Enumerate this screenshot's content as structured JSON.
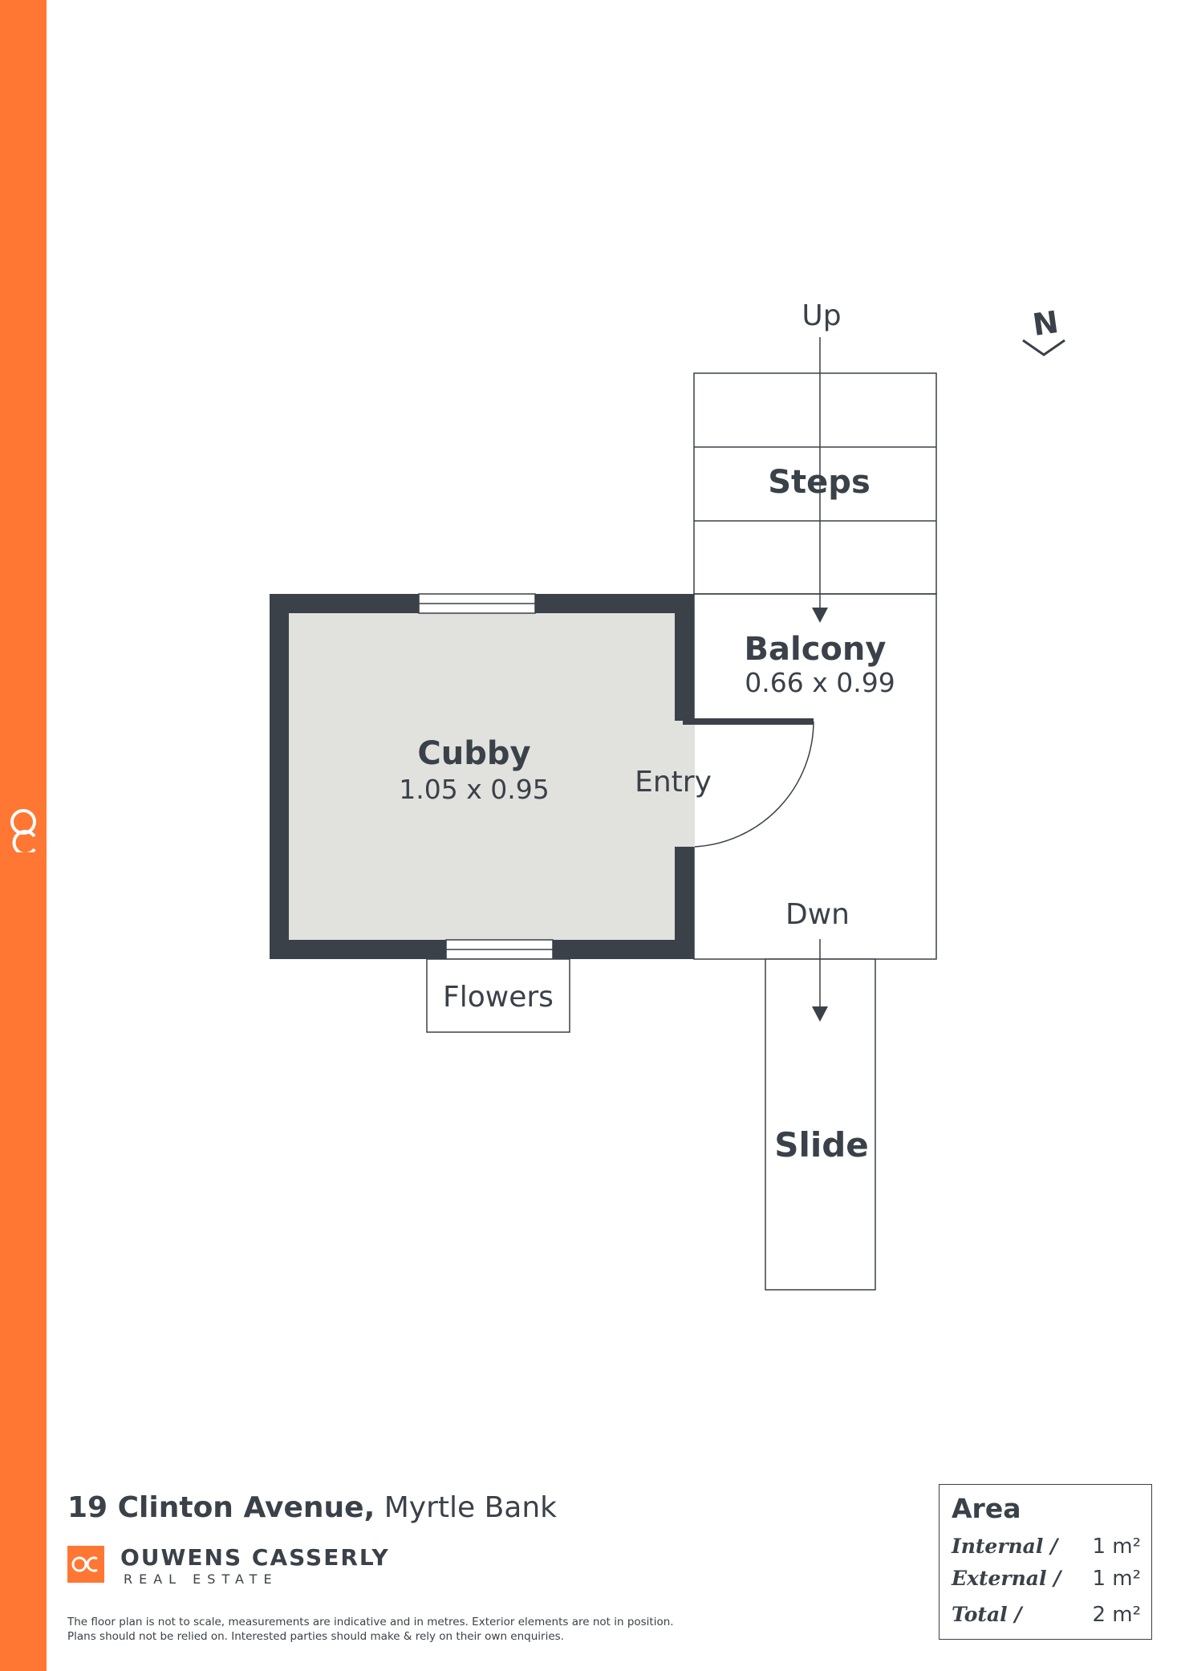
{
  "floor_plan": {
    "rooms": {
      "cubby": {
        "name": "Cubby",
        "dims": "1.05 x 0.95"
      },
      "balcony": {
        "name": "Balcony",
        "dims": "0.66 x 0.99"
      },
      "steps": {
        "name": "Steps"
      },
      "slide": {
        "name": "Slide"
      },
      "flowers": {
        "name": "Flowers"
      }
    },
    "labels": {
      "entry": "Entry",
      "up": "Up",
      "down": "Dwn"
    },
    "compass": "N"
  },
  "address": {
    "street": "19 Clinton Avenue,",
    "suburb": "Myrtle Bank"
  },
  "brand": {
    "name": "OUWENS CASSERLY",
    "subtitle": "REAL ESTATE",
    "monogram": "OC"
  },
  "disclaimer": {
    "line1": "The floor plan is not to scale, measurements are indicative and in metres. Exterior elements are not in position.",
    "line2": "Plans should not be relied on. Interested parties should make & rely on their own enquiries."
  },
  "area": {
    "heading": "Area",
    "rows": [
      {
        "label": "Internal /",
        "value": "1 m²"
      },
      {
        "label": "External /",
        "value": "1 m²"
      },
      {
        "label": "Total /",
        "value": "2 m²"
      }
    ]
  },
  "colors": {
    "accent": "#ff7733",
    "wall": "#3a4149",
    "room_fill": "#e1e1de"
  }
}
